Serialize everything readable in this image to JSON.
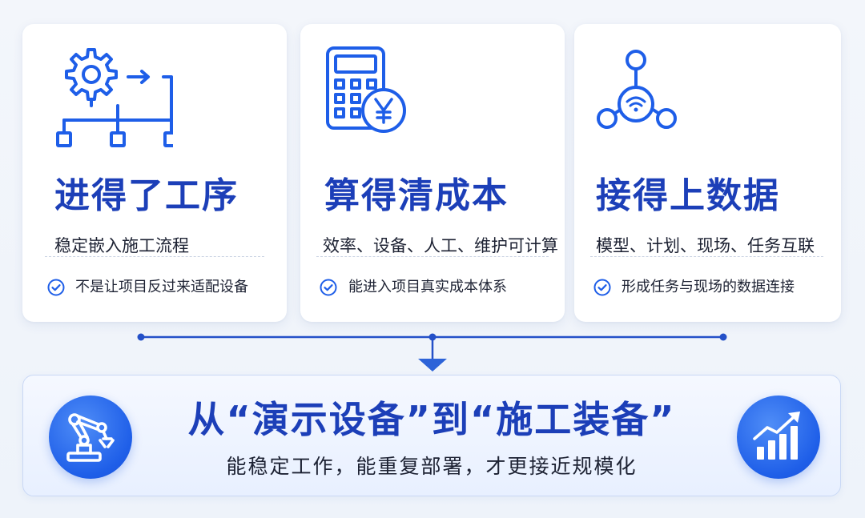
{
  "cards": [
    {
      "icon": "gear-workflow-icon",
      "title": "进得了工序",
      "subtitle": "稳定嵌入施工流程",
      "note_icon": "check-circle-icon",
      "note": "不是让项目反过来适配设备"
    },
    {
      "icon": "calculator-yen-icon",
      "title": "算得清成本",
      "subtitle": "效率、设备、人工、维护可计算",
      "note_icon": "check-circle-icon",
      "note": "能进入项目真实成本体系"
    },
    {
      "icon": "network-wifi-icon",
      "title": "接得上数据",
      "subtitle": "模型、计划、现场、任务互联",
      "note_icon": "check-circle-icon",
      "note": "形成任务与现场的数据连接"
    }
  ],
  "banner": {
    "left_icon": "robot-arm-icon",
    "headline": "从“演示设备”到“施工装备”",
    "subline": "能稳定工作，能重复部署，才更接近规模化",
    "right_icon": "growth-chart-icon"
  },
  "colors": {
    "primary": "#1c3fb8",
    "accent": "#1e5ee8",
    "text": "#1d2233"
  }
}
